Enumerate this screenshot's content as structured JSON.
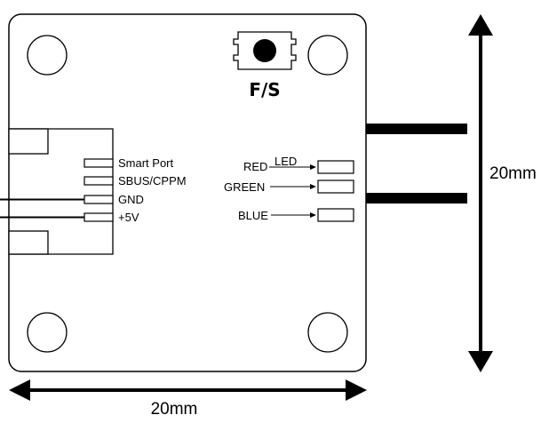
{
  "button": {
    "label": "F/S"
  },
  "connector": {
    "pins": [
      {
        "label": "Smart Port"
      },
      {
        "label": "SBUS/CPPM"
      },
      {
        "label": "GND"
      },
      {
        "label": "+5V"
      }
    ]
  },
  "led": {
    "title": "LED",
    "channels": [
      {
        "label": "RED"
      },
      {
        "label": "GREEN"
      },
      {
        "label": "BLUE"
      }
    ]
  },
  "dimensions": {
    "width": "20mm",
    "height": "20mm"
  },
  "colors": {
    "stroke": "#000000",
    "background": "#ffffff"
  }
}
